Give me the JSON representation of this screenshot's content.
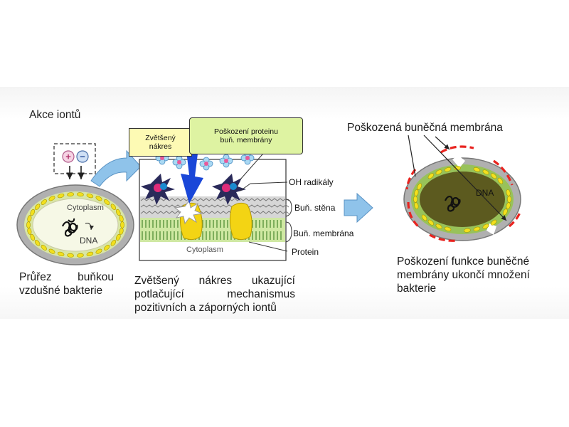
{
  "colors": {
    "cell_fill": "#c9d88a",
    "cell_wall": "#8a8a8a",
    "granule": "#f2e01e",
    "arrow_blue": "#8fc3ea",
    "damaged_fill": "#5c5a1f",
    "damage_red": "#e8231f",
    "label_box_yellow": "#fdfab4",
    "label_box_green": "#def3a2"
  },
  "left": {
    "title": "Akce iontů",
    "cytoplasm_label": "Cytoplasm",
    "dna_label": "DNA",
    "caption_line1": "Průřez buňkou",
    "caption_line2": "vzdušné bakterie"
  },
  "middle": {
    "box_enlarged_line1": "Zvětšený",
    "box_enlarged_line2": "nákres",
    "box_protein_line1": "Poškození proteinu",
    "box_protein_line2": "buň. membrány",
    "cytoplasm_label": "Cytoplasm",
    "label_oh": "OH radikály",
    "label_wall": "Buň. stěna",
    "label_membrane": "Buň. membrána",
    "label_protein": "Protein",
    "caption_line1": "Zvětšený nákres ukazující",
    "caption_line2": "potlačující mechanismus",
    "caption_line3": "pozitivních a záporných iontů"
  },
  "right": {
    "title": "Poškozená buněčná membrána",
    "dna_label": "DNA",
    "caption_line1": "Poškození funkce buněčné",
    "caption_line2": "membrány ukončí množení",
    "caption_line3": "bakterie"
  },
  "icons": {
    "positive_ion": "plus-ion-icon",
    "negative_ion": "minus-ion-icon"
  }
}
